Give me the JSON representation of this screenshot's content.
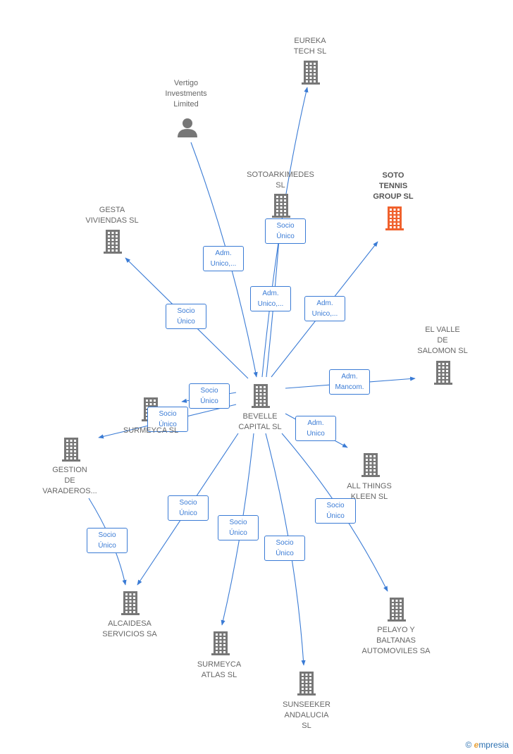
{
  "nodes": [
    {
      "id": "bevelle",
      "label": "BEVELLE\nCAPITAL  SL",
      "kind": "company",
      "highlight": false
    },
    {
      "id": "eureka",
      "label": "EUREKA\nTECH  SL",
      "kind": "company",
      "highlight": false
    },
    {
      "id": "vertigo",
      "label": "Vertigo\nInvestments\nLimited",
      "kind": "person",
      "highlight": false
    },
    {
      "id": "sotoarkimedes",
      "label": "SOTOARKIMEDES\nSL",
      "kind": "company",
      "highlight": false
    },
    {
      "id": "sototennis",
      "label": "SOTO\nTENNIS\nGROUP  SL",
      "kind": "company",
      "highlight": true
    },
    {
      "id": "gesta",
      "label": "GESTA\nVIVIENDAS  SL",
      "kind": "company",
      "highlight": false
    },
    {
      "id": "elvalle",
      "label": "EL VALLE\nDE\nSALOMON  SL",
      "kind": "company",
      "highlight": false
    },
    {
      "id": "surmeyca_sl",
      "label": "SURMEYCA  SL",
      "kind": "company",
      "highlight": false
    },
    {
      "id": "gestion",
      "label": "GESTION\nDE\nVARADEROS...",
      "kind": "company",
      "highlight": false
    },
    {
      "id": "allthings",
      "label": "ALL THINGS\nKLEEN  SL",
      "kind": "company",
      "highlight": false
    },
    {
      "id": "alcaidesa",
      "label": "ALCAIDESA\nSERVICIOS SA",
      "kind": "company",
      "highlight": false
    },
    {
      "id": "pelayo",
      "label": "PELAYO Y\nBALTANAS\nAUTOMOVILES SA",
      "kind": "company",
      "highlight": false
    },
    {
      "id": "surmeyca_atlas",
      "label": "SURMEYCA\nATLAS  SL",
      "kind": "company",
      "highlight": false
    },
    {
      "id": "sunseeker",
      "label": "SUNSEEKER\nANDALUCIA\nSL",
      "kind": "company",
      "highlight": false
    }
  ],
  "edges": [
    {
      "from": "vertigo",
      "to": "bevelle",
      "label": "Adm.\nUnico,..."
    },
    {
      "from": "bevelle",
      "to": "eureka",
      "label": "Adm.\nUnico,..."
    },
    {
      "from": "bevelle",
      "to": "sotoarkimedes",
      "label": "Socio\nÚnico"
    },
    {
      "from": "bevelle",
      "to": "sototennis",
      "label": "Adm.\nUnico,..."
    },
    {
      "from": "bevelle",
      "to": "gesta",
      "label": "Socio\nÚnico"
    },
    {
      "from": "bevelle",
      "to": "elvalle",
      "label": "Adm.\nMancom."
    },
    {
      "from": "bevelle",
      "to": "surmeyca_sl",
      "label": "Socio\nÚnico"
    },
    {
      "from": "bevelle",
      "to": "gestion",
      "label": "Socio\nÚnico"
    },
    {
      "from": "bevelle",
      "to": "allthings",
      "label": "Adm.\nUnico"
    },
    {
      "from": "bevelle",
      "to": "alcaidesa",
      "label": "Socio\nÚnico"
    },
    {
      "from": "gestion",
      "to": "alcaidesa",
      "label": "Socio\nÚnico"
    },
    {
      "from": "bevelle",
      "to": "surmeyca_atlas",
      "label": "Socio\nÚnico"
    },
    {
      "from": "bevelle",
      "to": "sunseeker",
      "label": "Socio\nÚnico"
    },
    {
      "from": "bevelle",
      "to": "pelayo",
      "label": "Socio\nÚnico"
    }
  ],
  "colors": {
    "edge": "#3a7bd5",
    "company": "#777777",
    "highlight": "#f0612d"
  },
  "footer": {
    "copyright": "©",
    "brand_initial": "e",
    "brand_rest": "mpresia"
  }
}
